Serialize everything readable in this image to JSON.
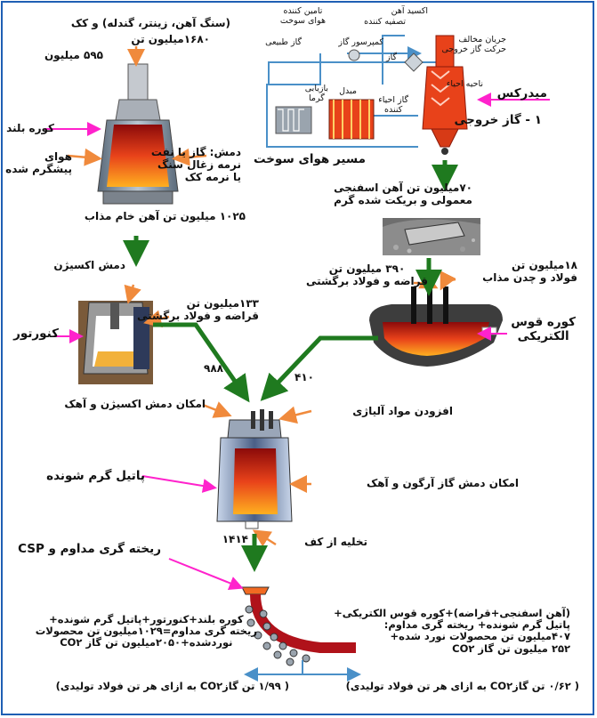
{
  "inputs": {
    "raw_materials": "(سنگ آهن، زینتر، گندله) و کک",
    "raw_amount": "۱۶۸۰میلیون تن",
    "coke_amount": "۵۹۵ میلیون"
  },
  "blast_furnace": {
    "label": "کوره بلند",
    "hot_air": "هوای\nپیشگرم شده",
    "injection": "دمش: گاز یا نفت\nنرمه زغال سنگ\nیا نرمه کک",
    "output": "۱۰۲۵ میلیون تن آهن خام مذاب"
  },
  "dri_plant": {
    "labels": {
      "fuel_supply": "تامین کننده\nهوای سوخت",
      "iron_oxide": "اکسید آهن",
      "purifier": "تصفیه کننده",
      "natural_gas": "گاز طبیعی",
      "compressor": "کمپرسور گاز",
      "gas": "گاز",
      "counter_flow": "جریان مخالف\nحرکت گاز خروجی",
      "reduction_zone": "ناحیه احیاء",
      "recuperator": "بازیابی\nگرما",
      "converter": "مبدل",
      "reducing_gas": "گاز احیاء\nکننده",
      "midrex": "میدرکس",
      "off_gas": "۱ - گاز خروجی",
      "fuel_air_path": "مسیر هوای سوخت"
    },
    "output": "۷۰میلیون تن آهن اسفنجی\nمعمولی و بریکت شده گرم"
  },
  "eaf": {
    "scrap": "۳۹۰ میلیون تن\nقراضه و فولاد برگشتی",
    "steel_cast_iron": "۱۸میلیون تن\nفولاد و چدن مذاب",
    "label": "کوره قوس\nالکتریکی",
    "output_value": "۴۱۰"
  },
  "converter": {
    "oxygen_blow": "دمش اکسیژن",
    "scrap": "۱۳۳میلیون تن\nقراضه و فولاد برگشتی",
    "label": "کنورتور",
    "output_value": "۹۸۸"
  },
  "ladle": {
    "oxygen_lime": "امکان دمش اکسیژن و آهک",
    "alloy": "افزودن مواد آلیاژی",
    "heated_ladle": "پاتیل گرم شونده",
    "argon_lime": "امکان دمش گاز آرگون و آهک",
    "bottom_tap": "تخلیه از کف",
    "output_value": "۱۴۱۴"
  },
  "casting": {
    "label": "ریخته گری مداوم و CSP"
  },
  "summary_left": {
    "text": "کوره بلند+کنورتور+پاتیل گرم شونده+\nریخته گری مداوم=۱۰۲۹میلیون تن محصولات\nنوردشده+۲۰۵۰میلیون تن گاز CO۲",
    "ratio": "( ۱/۹۹ تن گازCO۲ به ازای هر تن فولاد تولیدی)"
  },
  "summary_right": {
    "text": "(آهن اسفنجی+قراضه)+کوره قوس الکتریکی+\nپاتیل گرم شونده+ ریخته گری مداوم:\n۴۰۷میلیون تن محصولات نورد شده+\n۲۵۲ میلیون تن گاز CO۲",
    "ratio": "( ۰/۶۲ تن گازCO۲ به ازای هر تن فولاد تولیدی)"
  },
  "colors": {
    "frame": "#1f5fb4",
    "pink_arrow": "#ff22cc",
    "orange_arrow": "#f08a3c",
    "green_arrow": "#1f7a1f",
    "pipe": "#4a90c8",
    "molten": "#e8421a"
  }
}
